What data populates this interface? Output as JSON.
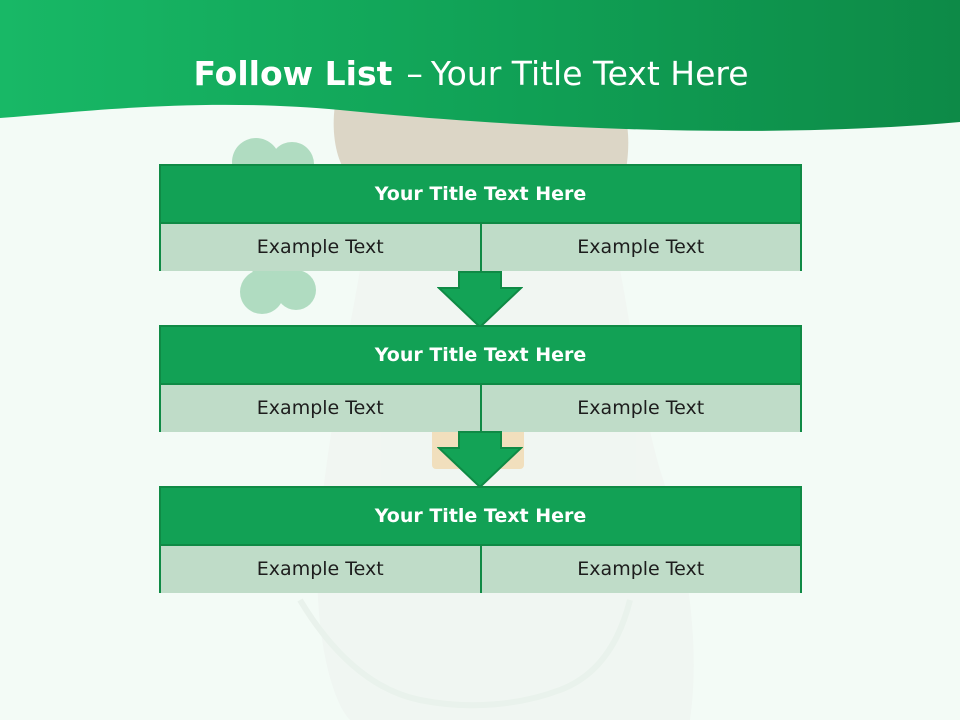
{
  "slide": {
    "title_bold": "Follow List",
    "title_separator": "–",
    "title_rest": "Your Title Text Here"
  },
  "steps": [
    {
      "title": "Your Title Text Here",
      "left": "Example Text",
      "right": "Example Text"
    },
    {
      "title": "Your Title Text Here",
      "left": "Example Text",
      "right": "Example Text"
    },
    {
      "title": "Your Title Text Here",
      "left": "Example Text",
      "right": "Example Text"
    }
  ],
  "colors": {
    "header_green": "#0f9a4f",
    "box_title_green": "#12a155",
    "cell_fill": "#bfdcc8",
    "arrow_green": "#13a356",
    "background": "#f3fbf6"
  }
}
